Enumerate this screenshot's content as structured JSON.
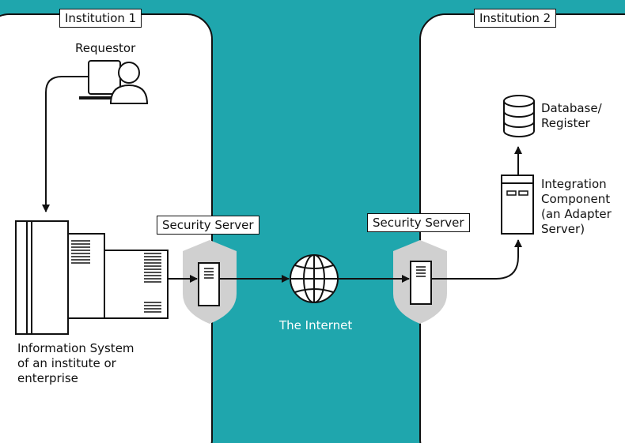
{
  "institution1": {
    "title": "Institution 1",
    "requestor": "Requestor",
    "info_system_lines": [
      "Information System",
      "of an institute or",
      "enterprise"
    ],
    "security_server": "Security Server"
  },
  "internet": {
    "label": "The Internet"
  },
  "institution2": {
    "title": "Institution 2",
    "security_server": "Security Server",
    "database_lines": [
      "Database/",
      "Register"
    ],
    "integration_lines": [
      "Integration",
      "Component",
      "(an Adapter",
      "Server)"
    ]
  },
  "colors": {
    "background": "#1fa6ad",
    "panel": "#ffffff",
    "shield": "#d0d0d0",
    "stroke": "#111111"
  }
}
